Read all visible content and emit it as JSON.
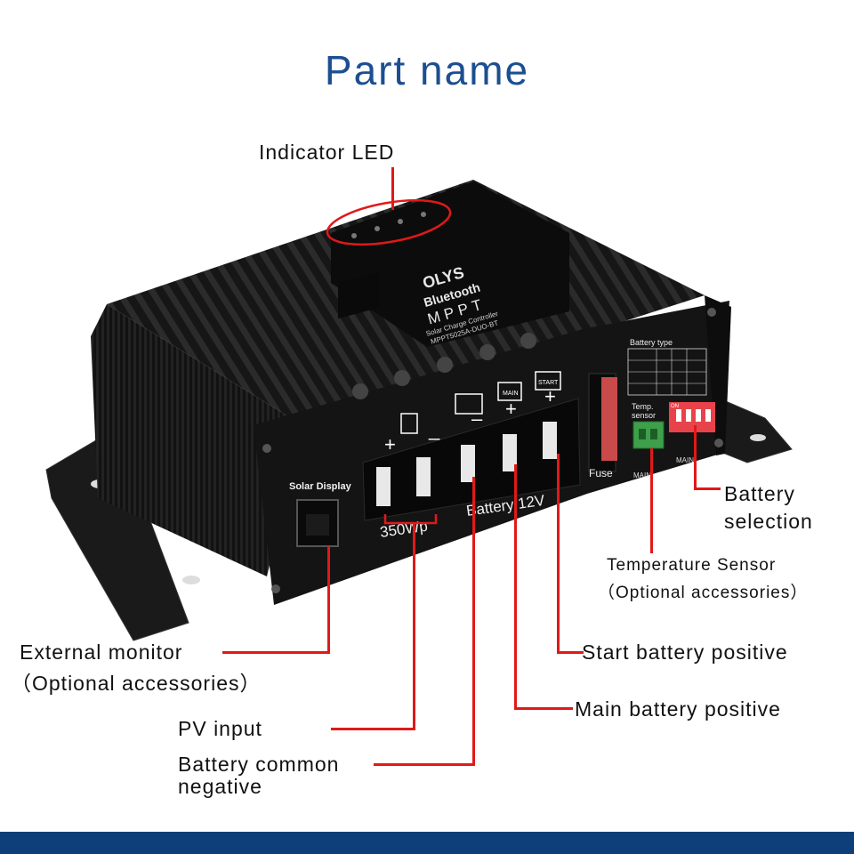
{
  "title": "Part name",
  "device": {
    "brand": "OLYS",
    "bluetooth": "Bluetooth",
    "model_type": "MPPT",
    "subtitle": "Solar Charge Controller",
    "model_number": "MPPT5025A-DUO-BT",
    "port_label": "Solar Display",
    "pv_rating": "350Wp",
    "battery_label": "Battery 12V",
    "fuse_label": "Fuse",
    "temp_label_1": "Temp.",
    "temp_label_2": "sensor",
    "battery_type_label": "Battery type",
    "main_label": "MAIN",
    "start_label": "START",
    "on_label": "ON",
    "main_tag": "MAIN"
  },
  "labels": {
    "indicator_led": "Indicator LED",
    "battery_selection_1": "Battery",
    "battery_selection_2": "selection",
    "temperature_sensor": "Temperature Sensor",
    "temperature_sensor_note": "（Optional accessories）",
    "external_monitor": "External monitor",
    "external_monitor_note": "（Optional accessories）",
    "start_battery_positive": "Start battery positive",
    "main_battery_positive": "Main battery positive",
    "pv_input": "PV input",
    "battery_common_negative_1": "Battery common",
    "battery_common_negative_2": "negative"
  },
  "colors": {
    "title": "#1c4f91",
    "callout_line": "#e01919",
    "footer": "#0f3f7a",
    "device_body": "#141414"
  }
}
